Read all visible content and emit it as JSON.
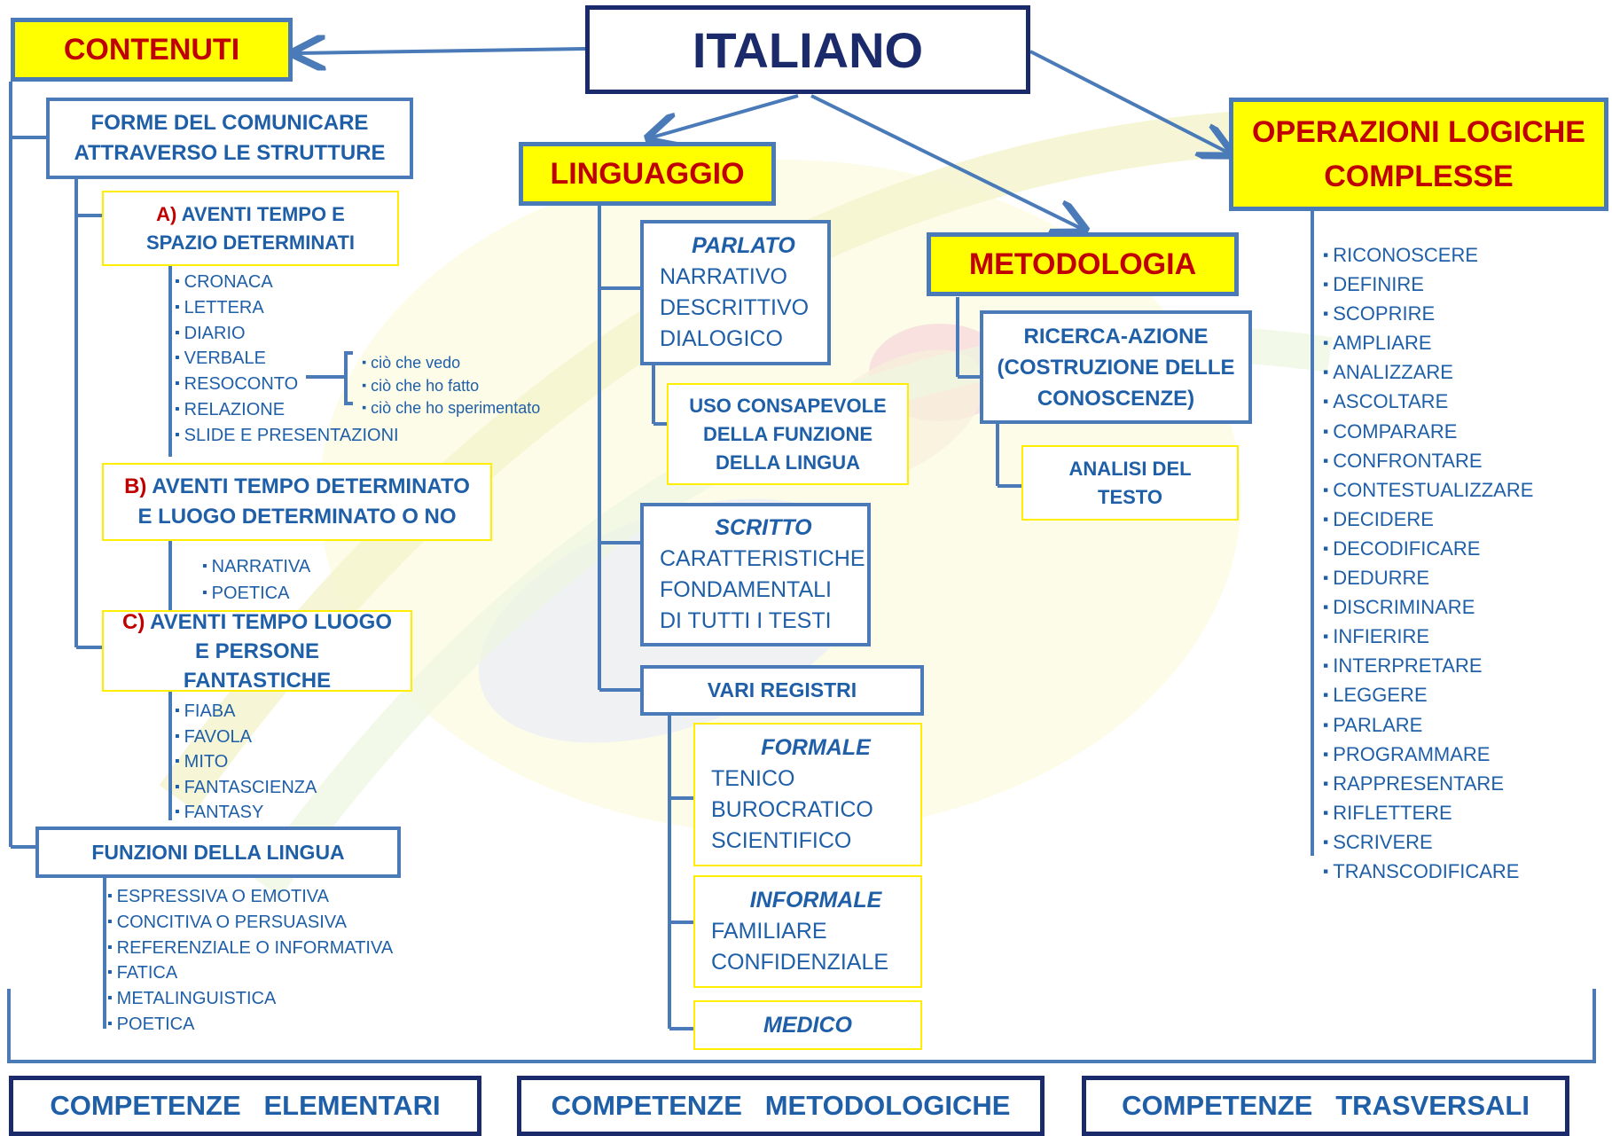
{
  "title": "ITALIANO",
  "contenuti": {
    "label": "CONTENUTI",
    "forme": "FORME DEL COMUNICARE ATTRAVERSO LE STRUTTURE",
    "a": {
      "letter": "A)",
      "text": "AVENTI TEMPO E SPAZIO DETERMINATI",
      "items": [
        "CRONACA",
        "LETTERA",
        "DIARIO",
        "VERBALE",
        "RESOCONTO",
        "RELAZIONE",
        "SLIDE E PRESENTAZIONI"
      ],
      "resoconto_items": [
        "ciò che vedo",
        "ciò che ho fatto",
        "ciò che ho sperimentato"
      ]
    },
    "b": {
      "letter": "B)",
      "text": "AVENTI TEMPO DETERMINATO E LUOGO DETERMINATO O NO",
      "items": [
        "NARRATIVA",
        "POETICA"
      ]
    },
    "c": {
      "letter": "C)",
      "text": "AVENTI TEMPO LUOGO E PERSONE FANTASTICHE",
      "items": [
        "FIABA",
        "FAVOLA",
        "MITO",
        "FANTASCIENZA",
        "FANTASY"
      ]
    },
    "funzioni": {
      "label": "FUNZIONI DELLA LINGUA",
      "items": [
        "ESPRESSIVA O EMOTIVA",
        "CONCITIVA O PERSUASIVA",
        "REFERENZIALE O INFORMATIVA",
        "FATICA",
        "METALINGUISTICA",
        "POETICA"
      ]
    }
  },
  "linguaggio": {
    "label": "LINGUAGGIO",
    "parlato": {
      "title": "PARLATO",
      "lines": [
        "NARRATIVO",
        "DESCRITTIVO",
        "DIALOGICO"
      ]
    },
    "uso": "USO CONSAPEVOLE DELLA FUNZIONE DELLA LINGUA",
    "scritto": {
      "title": "SCRITTO",
      "lines": [
        "CARATTERISTICHE",
        "FONDAMENTALI",
        "DI TUTTI I TESTI"
      ]
    },
    "registri": "VARI REGISTRI",
    "formale": {
      "title": "FORMALE",
      "lines": [
        "TENICO",
        "BUROCRATICO",
        "SCIENTIFICO"
      ]
    },
    "informale": {
      "title": "INFORMALE",
      "lines": [
        "FAMILIARE",
        "CONFIDENZIALE"
      ]
    },
    "medico": "MEDICO"
  },
  "metodologia": {
    "label": "METODOLOGIA",
    "ricerca": "RICERCA-AZIONE (COSTRUZIONE DELLE CONOSCENZE)",
    "analisi": "ANALISI DEL TESTO"
  },
  "operazioni": {
    "label": "OPERAZIONI LOGICHE COMPLESSE",
    "items": [
      "RICONOSCERE",
      "DEFINIRE",
      "SCOPRIRE",
      "AMPLIARE",
      "ANALIZZARE",
      "ASCOLTARE",
      "COMPARARE",
      "CONFRONTARE",
      "CONTESTUALIZZARE",
      "DECIDERE",
      "DECODIFICARE",
      "DEDURRE",
      "DISCRIMINARE",
      "INFIERIRE",
      "INTERPRETARE",
      "LEGGERE",
      "PARLARE",
      "PROGRAMMARE",
      "RAPPRESENTARE",
      "RIFLETTERE",
      "SCRIVERE",
      "TRANSCODIFICARE"
    ]
  },
  "competenze": {
    "elementari": "COMPETENZE   ELEMENTARI",
    "metodologiche": "COMPETENZE   METODOLOGICHE",
    "trasversali": "COMPETENZE   TRASVERSALI"
  },
  "colors": {
    "line": "#4a7ab8",
    "navy": "#1b2a6b",
    "text": "#1f5fa8",
    "red": "#c00000",
    "yellow": "#ffff00"
  }
}
